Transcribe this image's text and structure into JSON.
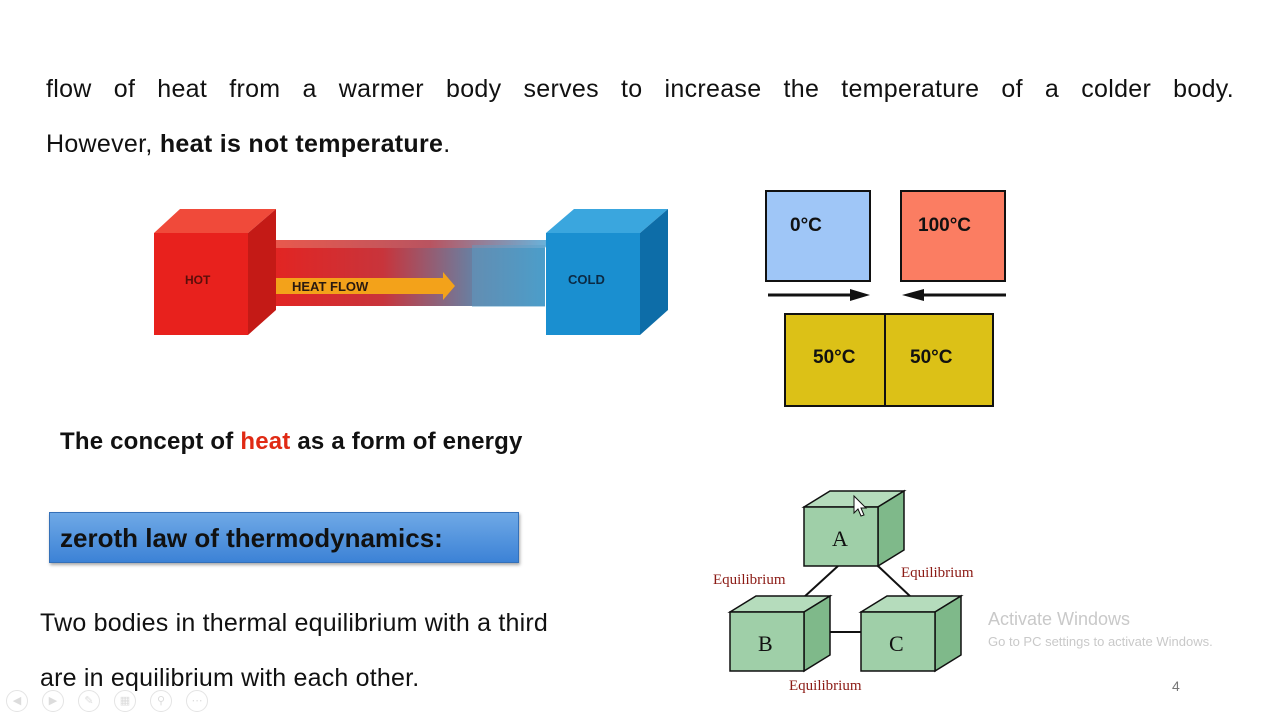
{
  "paragraph": {
    "line1": "flow of heat from a warmer body serves to increase the temperature of a colder body.",
    "line2_prefix": "However, ",
    "line2_bold": "heat is not temperature",
    "line2_suffix": "."
  },
  "heat_flow_diagram": {
    "hot_label": "HOT",
    "cold_label": "COLD",
    "arrow_label": "HEAT FLOW",
    "colors": {
      "hot": "#e8211d",
      "cold": "#1a8fd0",
      "arrow": "#f3a21a"
    }
  },
  "temp_boxes": {
    "top_left": "0°C",
    "top_right": "100°C",
    "bottom_left": "50°C",
    "bottom_right": "50°C",
    "colors": {
      "cold": "#9fc6f7",
      "hot": "#fb7d62",
      "equal": "#dcc117"
    }
  },
  "concept": {
    "prefix": "The concept of ",
    "highlight": "heat",
    "suffix": " as a form of energy",
    "highlight_color": "#e02a14"
  },
  "banner": {
    "label": "zeroth law of thermodynamics:",
    "color": "#4a8fdc"
  },
  "zeroth_statement": {
    "line1": "Two bodies in thermal equilibrium with a third",
    "line2": "are in equilibrium with each other."
  },
  "equilibrium_diagram": {
    "box_a": "A",
    "box_b": "B",
    "box_c": "C",
    "label_ab": "Equilibrium",
    "label_ac": "Equilibrium",
    "label_bc": "Equilibrium",
    "box_color": "#9fcfa8"
  },
  "watermark": {
    "title": "Activate Windows",
    "subtitle": "Go to PC settings to activate Windows."
  },
  "slide_number": "4",
  "slideshow_controls": [
    "prev-icon",
    "next-icon",
    "pen-icon",
    "slides-icon",
    "zoom-icon",
    "more-icon"
  ]
}
